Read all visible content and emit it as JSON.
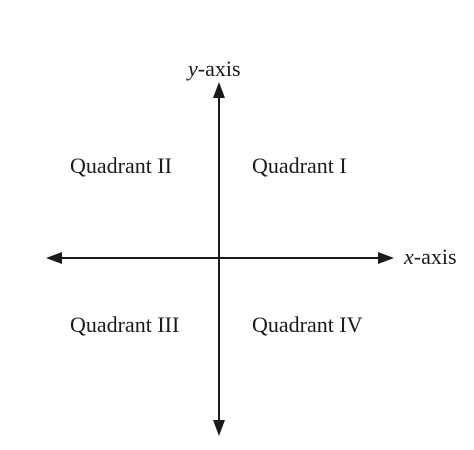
{
  "axes": {
    "y_label_var": "y",
    "y_label_rest": "-axis",
    "x_label_var": "x",
    "x_label_rest": "-axis",
    "color": "#1a1a1a"
  },
  "quadrants": {
    "q1": "Quadrant I",
    "q2": "Quadrant II",
    "q3": "Quadrant III",
    "q4": "Quadrant IV"
  }
}
